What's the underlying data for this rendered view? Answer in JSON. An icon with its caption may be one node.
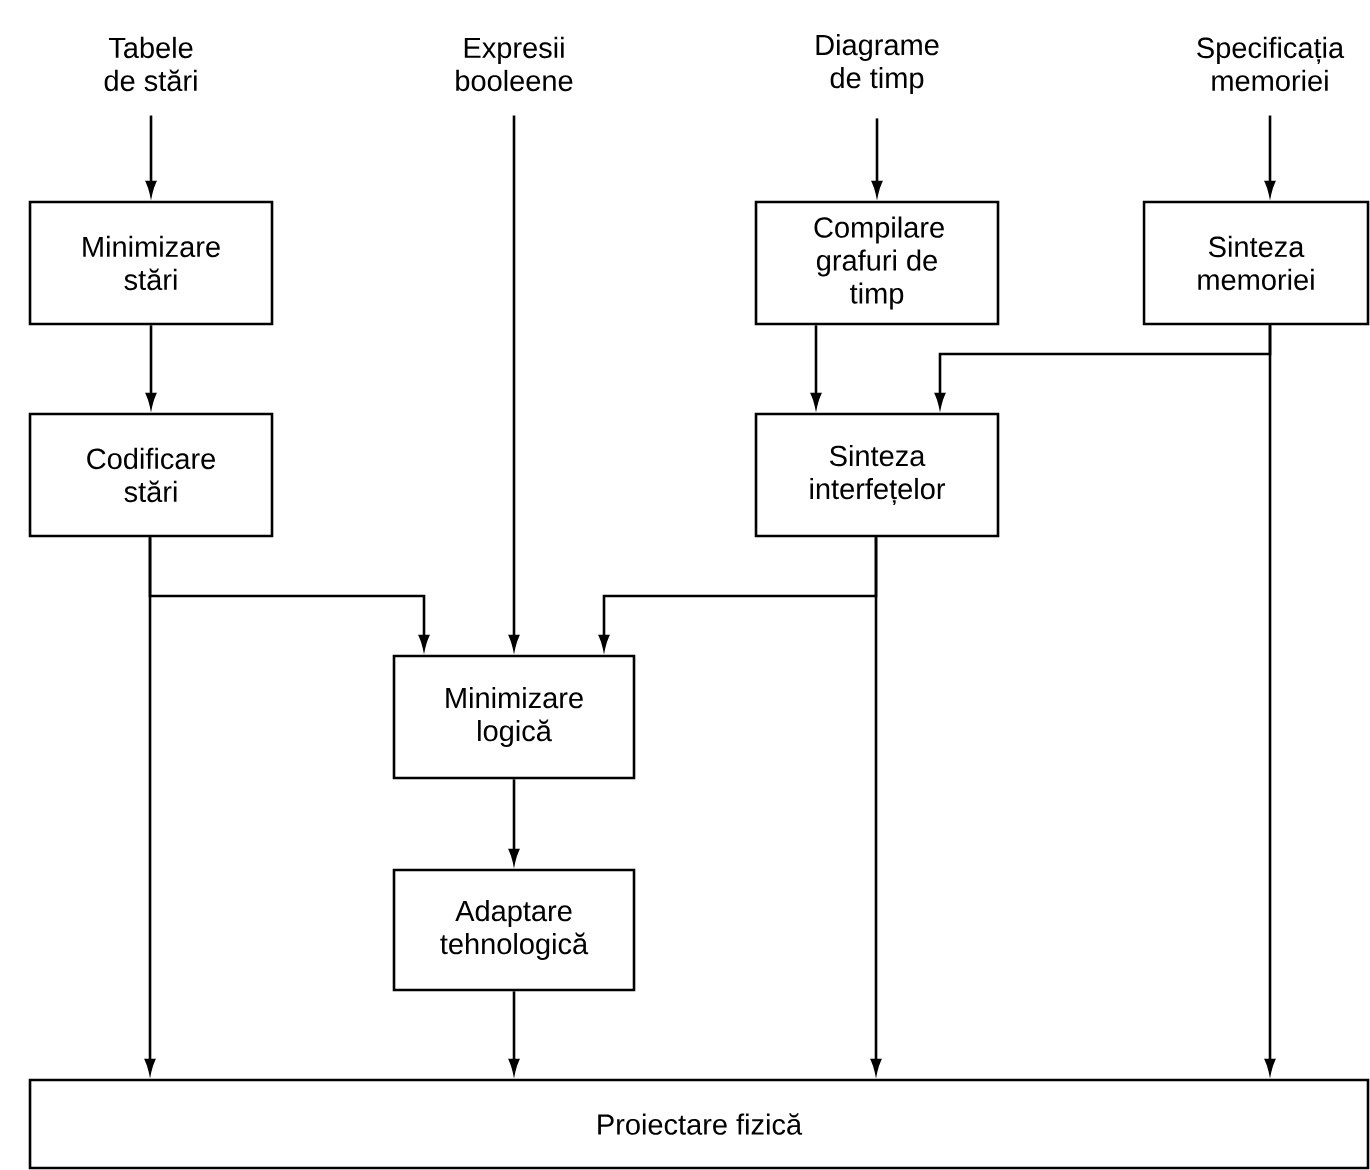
{
  "diagram": {
    "nodes": [
      {
        "text": [
          "Tabele de stări"
        ]
      },
      {
        "text": [
          "Expresii booleene"
        ]
      },
      {
        "text": [
          "Diagrame de timp"
        ]
      },
      {
        "text": [
          "Specificația memoriei"
        ]
      },
      {
        "text": [
          "Minimizare stări"
        ]
      },
      {
        "text": [
          "Compilare grafuri de timp"
        ]
      },
      {
        "text": [
          "Sinteza memoriei"
        ]
      },
      {
        "text": [
          "Codificare stări"
        ]
      },
      {
        "text": [
          "Sinteza interfețelor"
        ]
      },
      {
        "text": [
          "Minimizare logică"
        ]
      },
      {
        "text": [
          "Adaptare tehnologică"
        ]
      },
      {
        "text": [
          "Proiectare fizică"
        ]
      }
    ],
    "edges": [
      {
        "from": 0,
        "to": 4,
        "arrow": "to"
      },
      {
        "from": 1,
        "to": 9,
        "arrow": "to"
      },
      {
        "from": 2,
        "to": 5,
        "arrow": "to"
      },
      {
        "from": 3,
        "to": 6,
        "arrow": "to"
      },
      {
        "from": 4,
        "to": 7,
        "arrow": "to"
      },
      {
        "from": 5,
        "to": 8,
        "arrow": "to"
      },
      {
        "from": 6,
        "to": 8,
        "arrow": "to"
      },
      {
        "from": 6,
        "to": 11,
        "arrow": "to"
      },
      {
        "from": 7,
        "to": 9,
        "arrow": "to"
      },
      {
        "from": 7,
        "to": 11,
        "arrow": "to"
      },
      {
        "from": 8,
        "to": 9,
        "arrow": "to"
      },
      {
        "from": 8,
        "to": 11,
        "arrow": "to"
      },
      {
        "from": 9,
        "to": 10,
        "arrow": "to"
      },
      {
        "from": 10,
        "to": 11,
        "arrow": "to"
      }
    ]
  }
}
